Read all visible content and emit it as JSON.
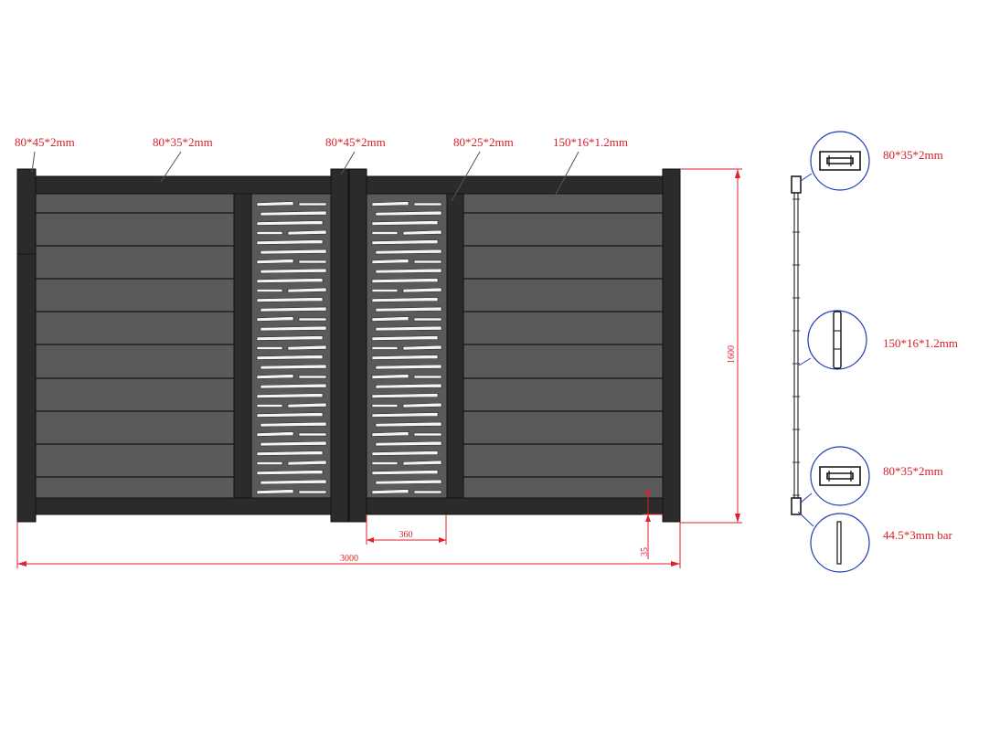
{
  "gate_labels": {
    "post_left": "80*45*2mm",
    "top_rail": "80*35*2mm",
    "post_middle": "80*45*2mm",
    "stile": "80*25*2mm",
    "slat": "150*16*1.2mm"
  },
  "dimensions": {
    "height": "1600",
    "total_width": "3000",
    "panel_width": "360",
    "ground_gap": "35"
  },
  "section_labels": {
    "top_profile": "80*35*2mm",
    "slat_profile": "150*16*1.2mm",
    "bottom_profile": "80*35*2mm",
    "bar_profile": "44.5*3mm bar"
  },
  "colors": {
    "frame": "#2b2b2b",
    "slat": "#5a5a5a",
    "slat_line": "#151515",
    "dimension": "#e0202a",
    "label": "#d9202a",
    "callout_ring": "#1f3cb5"
  }
}
